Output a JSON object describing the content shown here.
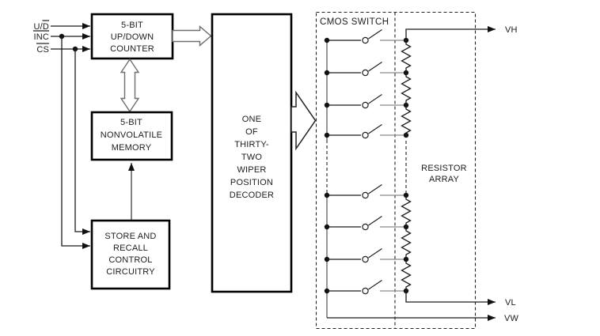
{
  "inputs": [
    {
      "label": "U/D",
      "overline_over": "D"
    },
    {
      "label": "INC",
      "overline_over": "INC"
    },
    {
      "label": "CS",
      "overline_over": "CS"
    }
  ],
  "blocks": {
    "counter": {
      "lines": [
        "5-BIT",
        "UP/DOWN",
        "COUNTER"
      ]
    },
    "memory": {
      "lines": [
        "5-BIT",
        "NONVOLATILE",
        "MEMORY"
      ]
    },
    "store": {
      "lines": [
        "STORE AND",
        "RECALL",
        "CONTROL",
        "CIRCUITRY"
      ]
    },
    "decoder": {
      "lines": [
        "ONE",
        "OF",
        "THIRTY-",
        "TWO",
        "WIPER",
        "POSITION",
        "DECODER"
      ]
    }
  },
  "sections": {
    "cmos_switch_label": "CMOS SWITCH",
    "resistor_array": {
      "lines": [
        "RESISTOR",
        "ARRAY"
      ]
    }
  },
  "outputs": [
    {
      "label": "VH"
    },
    {
      "label": "VL"
    },
    {
      "label": "VW"
    }
  ],
  "colors": {
    "background": "#ffffff",
    "wire": "#1c1c1c",
    "bus_gray": "#8a8a8a",
    "box_border": "#000000",
    "open_arrow_gray": "#6e6e6e"
  }
}
